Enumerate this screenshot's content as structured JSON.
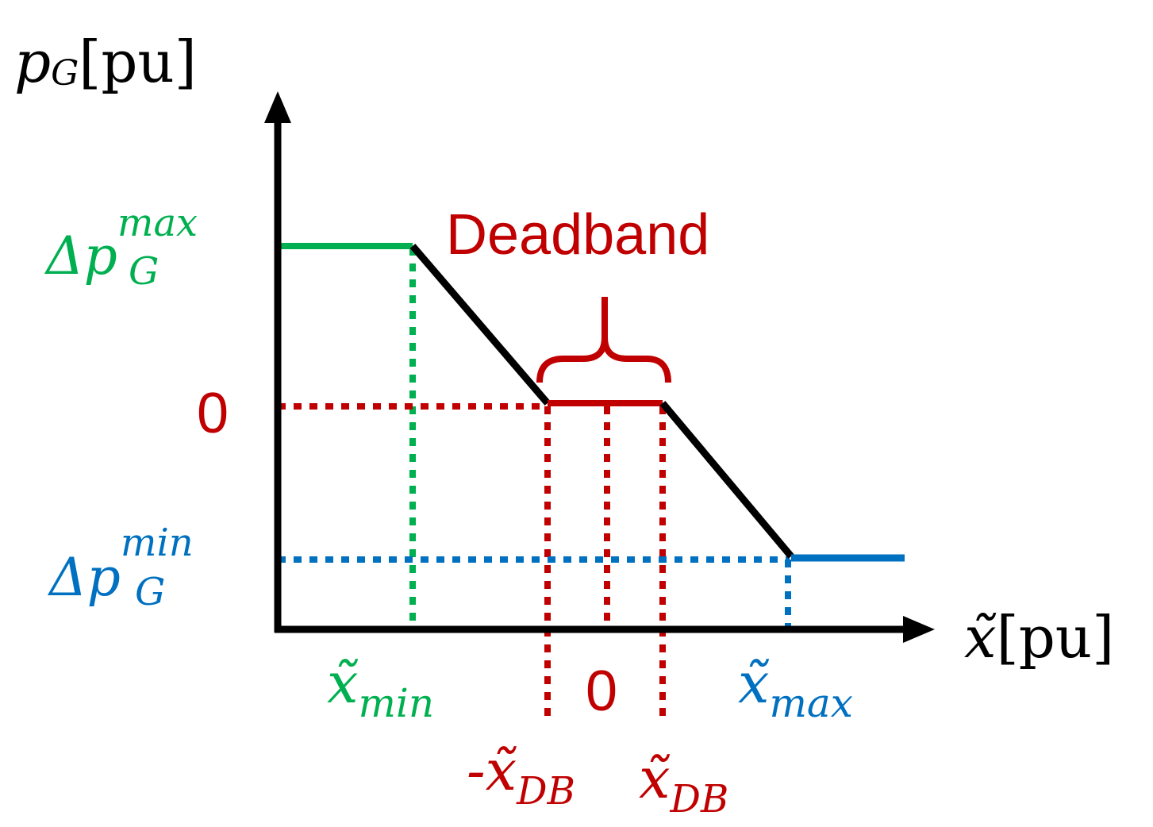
{
  "colors": {
    "axis": "#000000",
    "green": "#00b050",
    "red": "#c00000",
    "blue": "#0070c0"
  },
  "axes": {
    "y": {
      "var": "p",
      "sub": "G",
      "unit": "[pu]"
    },
    "x": {
      "var": "x̃",
      "unit": "[pu]"
    }
  },
  "y_labels": {
    "max": {
      "prefix": "Δp",
      "sub": "G",
      "sup": "max"
    },
    "zero": "0",
    "min": {
      "prefix": "Δp",
      "sub": "G",
      "sup": "min"
    }
  },
  "x_labels": {
    "xmin": {
      "var": "x̃",
      "sub": "min"
    },
    "neg_db": {
      "var": "-x̃",
      "sub": "DB"
    },
    "zero": "0",
    "pos_db": {
      "var": "x̃",
      "sub": "DB"
    },
    "xmax": {
      "var": "x̃",
      "sub": "max"
    }
  },
  "annotation": {
    "deadband": "Deadband"
  }
}
